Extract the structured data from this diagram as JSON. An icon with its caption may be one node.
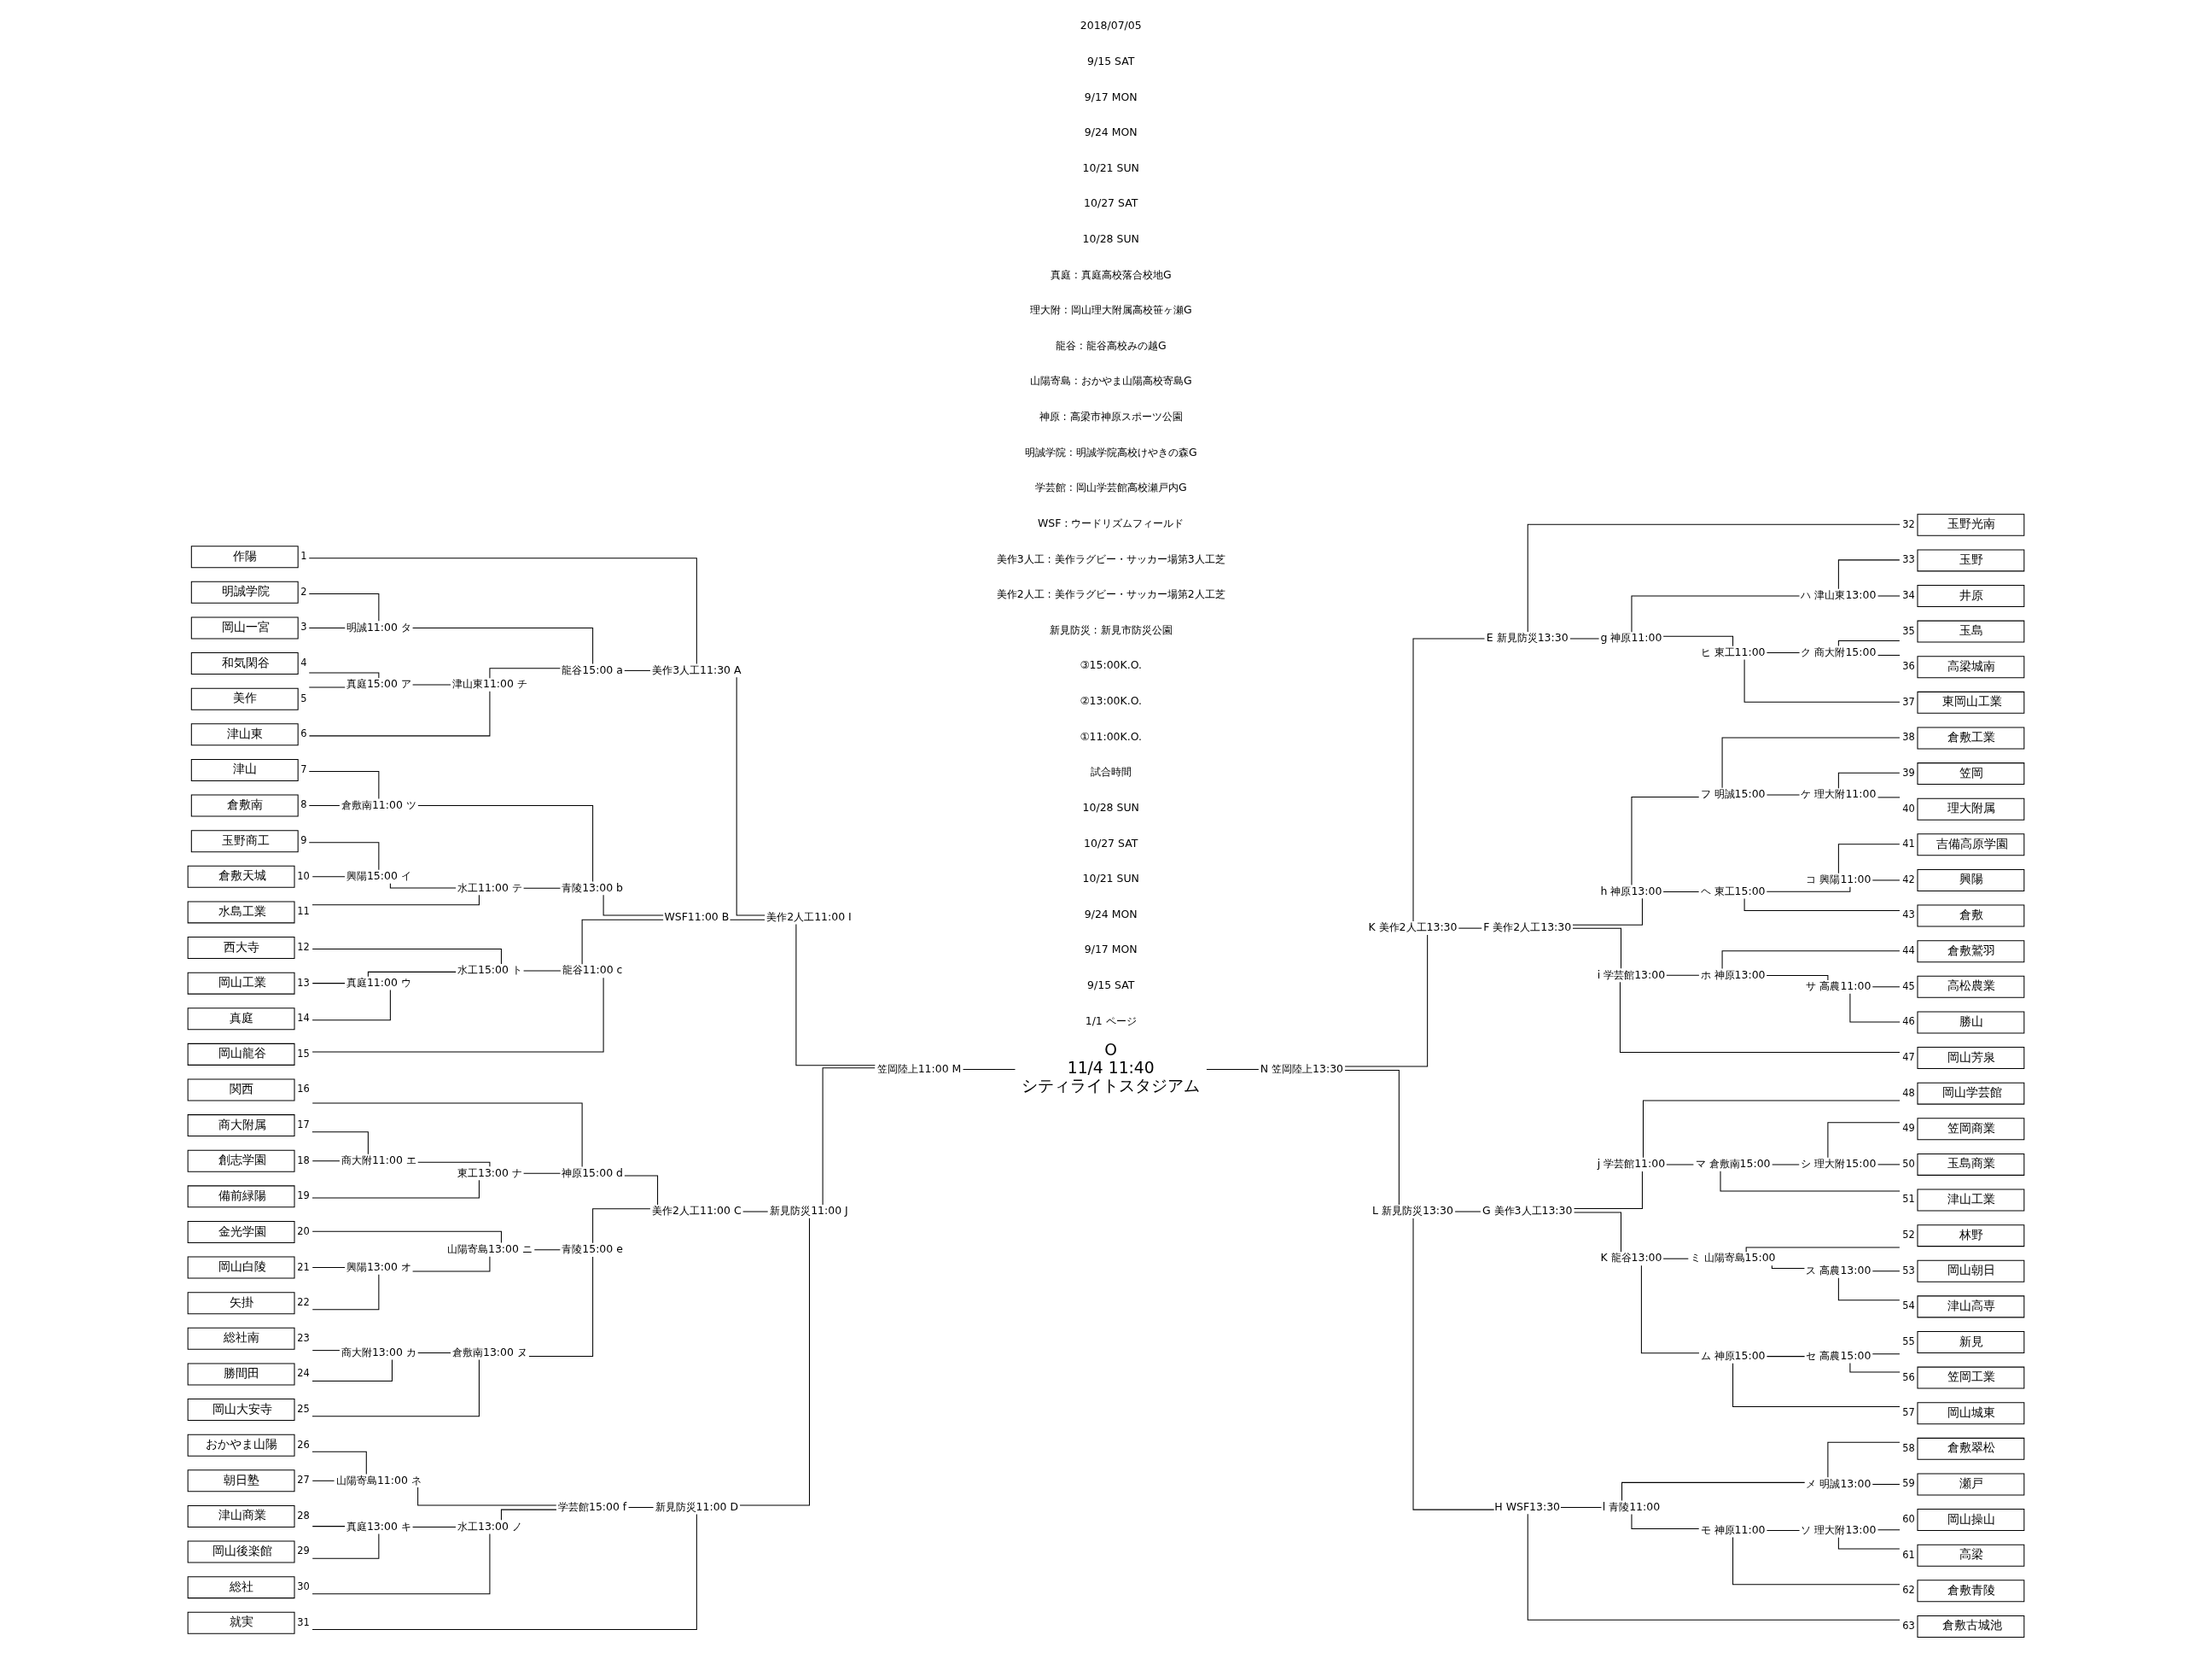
{
  "diagram": {
    "nodes": [
      {
        "text": [
          "作陽"
        ],
        "beside": [
          "1"
        ]
      },
      {
        "text": [
          "明誠学院"
        ],
        "beside": [
          "2"
        ]
      },
      {
        "text": [
          "岡山一宮"
        ],
        "beside": [
          "3"
        ]
      },
      {
        "text": [
          "和気閑谷"
        ],
        "beside": [
          "4"
        ]
      },
      {
        "text": [
          "美作"
        ],
        "beside": [
          "5"
        ]
      },
      {
        "text": [
          "津山東"
        ],
        "beside": [
          "6"
        ]
      },
      {
        "text": [
          "津山"
        ],
        "beside": [
          "7"
        ]
      },
      {
        "text": [
          "倉敷南"
        ],
        "beside": [
          "8"
        ]
      },
      {
        "text": [
          "玉野商工"
        ],
        "beside": [
          "9"
        ]
      },
      {
        "text": [
          "倉敷天城"
        ],
        "beside": [
          "10"
        ]
      },
      {
        "text": [
          "水島工業"
        ],
        "beside": [
          "11"
        ]
      },
      {
        "text": [
          "西大寺"
        ],
        "beside": [
          "12"
        ]
      },
      {
        "text": [
          "岡山工業"
        ],
        "beside": [
          "13"
        ]
      },
      {
        "text": [
          "真庭"
        ],
        "beside": [
          "14"
        ]
      },
      {
        "text": [
          "岡山龍谷"
        ],
        "beside": [
          "15"
        ]
      },
      {
        "text": [
          "関西"
        ],
        "beside": [
          "16"
        ]
      },
      {
        "text": [
          "商大附属"
        ],
        "beside": [
          "17"
        ]
      },
      {
        "text": [
          "創志学園"
        ],
        "beside": [
          "18"
        ]
      },
      {
        "text": [
          "備前緑陽"
        ],
        "beside": [
          "19"
        ]
      },
      {
        "text": [
          "金光学園"
        ],
        "beside": [
          "20"
        ]
      },
      {
        "text": [
          "岡山白陵"
        ],
        "beside": [
          "21"
        ]
      },
      {
        "text": [
          "矢掛"
        ],
        "beside": [
          "22"
        ]
      },
      {
        "text": [
          "総社南"
        ],
        "beside": [
          "23"
        ]
      },
      {
        "text": [
          "勝間田"
        ],
        "beside": [
          "24"
        ]
      },
      {
        "text": [
          "岡山大安寺"
        ],
        "beside": [
          "25"
        ]
      },
      {
        "text": [
          "おかやま山陽"
        ],
        "beside": [
          "26"
        ]
      },
      {
        "text": [
          "朝日塾"
        ],
        "beside": [
          "27"
        ]
      },
      {
        "text": [
          "津山商業"
        ],
        "beside": [
          "28"
        ]
      },
      {
        "text": [
          "岡山後楽館"
        ],
        "beside": [
          "29"
        ]
      },
      {
        "text": [
          "総社"
        ],
        "beside": [
          "30"
        ]
      },
      {
        "text": [
          "就実"
        ],
        "beside": [
          "31"
        ]
      },
      {
        "text": [
          "玉野光南"
        ],
        "beside": [
          "32"
        ]
      },
      {
        "text": [
          "玉野"
        ],
        "beside": [
          "33"
        ]
      },
      {
        "text": [
          "井原"
        ],
        "beside": [
          "34"
        ]
      },
      {
        "text": [
          "玉島"
        ],
        "beside": [
          "35"
        ]
      },
      {
        "text": [
          "高梁城南"
        ],
        "beside": [
          "36"
        ]
      },
      {
        "text": [
          "東岡山工業"
        ],
        "beside": [
          "37"
        ]
      },
      {
        "text": [
          "倉敷工業"
        ],
        "beside": [
          "38"
        ]
      },
      {
        "text": [
          "笠岡"
        ],
        "beside": [
          "39"
        ]
      },
      {
        "text": [
          "理大附属"
        ],
        "beside": [
          "40"
        ]
      },
      {
        "text": [
          "吉備高原学園"
        ],
        "beside": [
          "41"
        ]
      },
      {
        "text": [
          "興陽"
        ],
        "beside": [
          "42"
        ]
      },
      {
        "text": [
          "倉敷"
        ],
        "beside": [
          "43"
        ]
      },
      {
        "text": [
          "倉敷鷲羽"
        ],
        "beside": [
          "44"
        ]
      },
      {
        "text": [
          "高松農業"
        ],
        "beside": [
          "45"
        ]
      },
      {
        "text": [
          "勝山"
        ],
        "beside": [
          "46"
        ]
      },
      {
        "text": [
          "岡山芳泉"
        ],
        "beside": [
          "47"
        ]
      },
      {
        "text": [
          "岡山学芸館"
        ],
        "beside": [
          "48"
        ]
      },
      {
        "text": [
          "笠岡商業"
        ],
        "beside": [
          "49"
        ]
      },
      {
        "text": [
          "玉島商業"
        ],
        "beside": [
          "50"
        ]
      },
      {
        "text": [
          "津山工業"
        ],
        "beside": [
          "51"
        ]
      },
      {
        "text": [
          "林野"
        ],
        "beside": [
          "52"
        ]
      },
      {
        "text": [
          "岡山朝日"
        ],
        "beside": [
          "53"
        ]
      },
      {
        "text": [
          "津山高専"
        ],
        "beside": [
          "54"
        ]
      },
      {
        "text": [
          "新見"
        ],
        "beside": [
          "55"
        ]
      },
      {
        "text": [
          "笠岡工業"
        ],
        "beside": [
          "56"
        ]
      },
      {
        "text": [
          "岡山城東"
        ],
        "beside": [
          "57"
        ]
      },
      {
        "text": [
          "倉敷翠松"
        ],
        "beside": [
          "58"
        ]
      },
      {
        "text": [
          "瀬戸"
        ],
        "beside": [
          "59"
        ]
      },
      {
        "text": [
          "岡山操山"
        ],
        "beside": [
          "60"
        ]
      },
      {
        "text": [
          "高梁"
        ],
        "beside": [
          "61"
        ]
      },
      {
        "text": [
          "倉敷青陵"
        ],
        "beside": [
          "62"
        ]
      },
      {
        "text": [
          "倉敷古城池"
        ],
        "beside": [
          "63"
        ]
      },
      {
        "text": [
          "明誠11:00 タ"
        ]
      },
      {
        "text": [
          "真庭15:00 ア"
        ]
      },
      {
        "text": [
          "津山東11:00 チ"
        ]
      },
      {
        "text": [
          "龍谷15:00 a"
        ]
      },
      {
        "text": [
          "美作3人工11:30 A"
        ]
      },
      {
        "text": [
          "倉敷南11:00 ツ"
        ]
      },
      {
        "text": [
          "興陽15:00 イ"
        ]
      },
      {
        "text": [
          "水工11:00 テ"
        ]
      },
      {
        "text": [
          "青陵13:00 b"
        ]
      },
      {
        "text": [
          "真庭11:00 ウ"
        ]
      },
      {
        "text": [
          "水工15:00 ト"
        ]
      },
      {
        "text": [
          "龍谷11:00 c"
        ]
      },
      {
        "text": [
          "WSF11:00 B"
        ]
      },
      {
        "text": [
          "美作2人工11:00 I"
        ]
      },
      {
        "text": [
          "商大附11:00 エ"
        ]
      },
      {
        "text": [
          "東工13:00 ナ"
        ]
      },
      {
        "text": [
          "神原15:00 d"
        ]
      },
      {
        "text": [
          "興陽13:00 オ"
        ]
      },
      {
        "text": [
          "山陽寄島13:00 ニ"
        ]
      },
      {
        "text": [
          "商大附13:00 カ"
        ]
      },
      {
        "text": [
          "倉敷南13:00 ヌ"
        ]
      },
      {
        "text": [
          "青陵15:00 e"
        ]
      },
      {
        "text": [
          "美作2人工11:00 C"
        ]
      },
      {
        "text": [
          "山陽寄島11:00 ネ"
        ]
      },
      {
        "text": [
          "真庭13:00 キ"
        ]
      },
      {
        "text": [
          "水工13:00 ノ"
        ]
      },
      {
        "text": [
          "学芸館15:00 f"
        ]
      },
      {
        "text": [
          "新見防災11:00 D"
        ]
      },
      {
        "text": [
          "新見防災11:00 J"
        ]
      },
      {
        "text": [
          "笠岡陸上11:00 M"
        ]
      },
      {
        "text": [
          "O",
          "11/4 11:40",
          "シティライトスタジアム"
        ]
      },
      {
        "text": [
          "N 笠岡陸上13:30"
        ]
      },
      {
        "text": [
          "K 美作2人工13:30"
        ]
      },
      {
        "text": [
          "E 新見防災13:30"
        ]
      },
      {
        "text": [
          "g 神原11:00"
        ]
      },
      {
        "text": [
          "ハ 津山東13:00"
        ]
      },
      {
        "text": [
          "ク 商大附15:00"
        ]
      },
      {
        "text": [
          "ヒ 東工11:00"
        ]
      },
      {
        "text": [
          "F 美作2人工13:30"
        ]
      },
      {
        "text": [
          "h 神原13:00"
        ]
      },
      {
        "text": [
          "フ 明誠15:00"
        ]
      },
      {
        "text": [
          "ケ 理大附11:00"
        ]
      },
      {
        "text": [
          "ヘ 東工15:00"
        ]
      },
      {
        "text": [
          "コ 興陽11:00"
        ]
      },
      {
        "text": [
          "i 学芸館13:00"
        ]
      },
      {
        "text": [
          "ホ 神原13:00"
        ]
      },
      {
        "text": [
          "サ 高農11:00"
        ]
      },
      {
        "text": [
          "L 新見防災13:30"
        ]
      },
      {
        "text": [
          "G 美作3人工13:30"
        ]
      },
      {
        "text": [
          "j 学芸館11:00"
        ]
      },
      {
        "text": [
          "マ 倉敷南15:00"
        ]
      },
      {
        "text": [
          "シ 理大附15:00"
        ]
      },
      {
        "text": [
          "K 龍谷13:00"
        ]
      },
      {
        "text": [
          "ミ 山陽寄島15:00"
        ]
      },
      {
        "text": [
          "ス 高農13:00"
        ]
      },
      {
        "text": [
          "ム 神原15:00"
        ]
      },
      {
        "text": [
          "セ 高農15:00"
        ]
      },
      {
        "text": [
          "H WSF13:30"
        ]
      },
      {
        "text": [
          "l 青陵11:00"
        ]
      },
      {
        "text": [
          "メ 明誠13:00"
        ]
      },
      {
        "text": [
          "モ 神原11:00"
        ]
      },
      {
        "text": [
          "ソ 理大附13:00"
        ]
      }
    ],
    "edges": [
      {
        "from": 1,
        "to": 63,
        "arrow": "none"
      },
      {
        "from": 2,
        "to": 63,
        "arrow": "none"
      },
      {
        "from": 3,
        "to": 64,
        "arrow": "none"
      },
      {
        "from": 4,
        "to": 64,
        "arrow": "none"
      },
      {
        "from": 64,
        "to": 65,
        "arrow": "none"
      },
      {
        "from": 5,
        "to": 65,
        "arrow": "none"
      },
      {
        "from": 63,
        "to": 66,
        "arrow": "none"
      },
      {
        "from": 65,
        "to": 66,
        "arrow": "none"
      },
      {
        "from": 0,
        "to": 67,
        "arrow": "none"
      },
      {
        "from": 66,
        "to": 67,
        "arrow": "none"
      },
      {
        "from": 6,
        "to": 68,
        "arrow": "none"
      },
      {
        "from": 7,
        "to": 68,
        "arrow": "none"
      },
      {
        "from": 8,
        "to": 69,
        "arrow": "none"
      },
      {
        "from": 9,
        "to": 69,
        "arrow": "none"
      },
      {
        "from": 69,
        "to": 70,
        "arrow": "none"
      },
      {
        "from": 10,
        "to": 70,
        "arrow": "none"
      },
      {
        "from": 68,
        "to": 71,
        "arrow": "none"
      },
      {
        "from": 70,
        "to": 71,
        "arrow": "none"
      },
      {
        "from": 12,
        "to": 72,
        "arrow": "none"
      },
      {
        "from": 13,
        "to": 72,
        "arrow": "none"
      },
      {
        "from": 11,
        "to": 73,
        "arrow": "none"
      },
      {
        "from": 72,
        "to": 73,
        "arrow": "none"
      },
      {
        "from": 73,
        "to": 74,
        "arrow": "none"
      },
      {
        "from": 14,
        "to": 74,
        "arrow": "none"
      },
      {
        "from": 71,
        "to": 75,
        "arrow": "none"
      },
      {
        "from": 74,
        "to": 75,
        "arrow": "none"
      },
      {
        "from": 67,
        "to": 76,
        "arrow": "none"
      },
      {
        "from": 75,
        "to": 76,
        "arrow": "none"
      },
      {
        "from": 16,
        "to": 77,
        "arrow": "none"
      },
      {
        "from": 17,
        "to": 77,
        "arrow": "none"
      },
      {
        "from": 77,
        "to": 78,
        "arrow": "none"
      },
      {
        "from": 18,
        "to": 78,
        "arrow": "none"
      },
      {
        "from": 15,
        "to": 79,
        "arrow": "none"
      },
      {
        "from": 78,
        "to": 79,
        "arrow": "none"
      },
      {
        "from": 20,
        "to": 80,
        "arrow": "none"
      },
      {
        "from": 21,
        "to": 80,
        "arrow": "none"
      },
      {
        "from": 19,
        "to": 81,
        "arrow": "none"
      },
      {
        "from": 80,
        "to": 81,
        "arrow": "none"
      },
      {
        "from": 22,
        "to": 82,
        "arrow": "none"
      },
      {
        "from": 23,
        "to": 82,
        "arrow": "none"
      },
      {
        "from": 82,
        "to": 83,
        "arrow": "none"
      },
      {
        "from": 24,
        "to": 83,
        "arrow": "none"
      },
      {
        "from": 81,
        "to": 84,
        "arrow": "none"
      },
      {
        "from": 83,
        "to": 84,
        "arrow": "none"
      },
      {
        "from": 79,
        "to": 85,
        "arrow": "none"
      },
      {
        "from": 84,
        "to": 85,
        "arrow": "none"
      },
      {
        "from": 25,
        "to": 86,
        "arrow": "none"
      },
      {
        "from": 26,
        "to": 86,
        "arrow": "none"
      },
      {
        "from": 27,
        "to": 87,
        "arrow": "none"
      },
      {
        "from": 28,
        "to": 87,
        "arrow": "none"
      },
      {
        "from": 87,
        "to": 88,
        "arrow": "none"
      },
      {
        "from": 29,
        "to": 88,
        "arrow": "none"
      },
      {
        "from": 86,
        "to": 89,
        "arrow": "none"
      },
      {
        "from": 88,
        "to": 89,
        "arrow": "none"
      },
      {
        "from": 89,
        "to": 90,
        "arrow": "none"
      },
      {
        "from": 30,
        "to": 90,
        "arrow": "none"
      },
      {
        "from": 85,
        "to": 91,
        "arrow": "none"
      },
      {
        "from": 90,
        "to": 91,
        "arrow": "none"
      },
      {
        "from": 76,
        "to": 92,
        "arrow": "none"
      },
      {
        "from": 91,
        "to": 92,
        "arrow": "none"
      },
      {
        "from": 92,
        "to": 93,
        "arrow": "none"
      },
      {
        "from": 93,
        "to": 94,
        "arrow": "none"
      },
      {
        "from": 94,
        "to": 95,
        "arrow": "none"
      },
      {
        "from": 94,
        "to": 110,
        "arrow": "none"
      },
      {
        "from": 95,
        "to": 96,
        "arrow": "none"
      },
      {
        "from": 95,
        "to": 101,
        "arrow": "none"
      },
      {
        "from": 96,
        "to": 31,
        "arrow": "none"
      },
      {
        "from": 96,
        "to": 97,
        "arrow": "none"
      },
      {
        "from": 97,
        "to": 98,
        "arrow": "none"
      },
      {
        "from": 97,
        "to": 100,
        "arrow": "none"
      },
      {
        "from": 98,
        "to": 32,
        "arrow": "none"
      },
      {
        "from": 98,
        "to": 33,
        "arrow": "none"
      },
      {
        "from": 100,
        "to": 99,
        "arrow": "none"
      },
      {
        "from": 100,
        "to": 36,
        "arrow": "none"
      },
      {
        "from": 99,
        "to": 34,
        "arrow": "none"
      },
      {
        "from": 99,
        "to": 35,
        "arrow": "none"
      },
      {
        "from": 101,
        "to": 102,
        "arrow": "none"
      },
      {
        "from": 101,
        "to": 107,
        "arrow": "none"
      },
      {
        "from": 102,
        "to": 103,
        "arrow": "none"
      },
      {
        "from": 102,
        "to": 105,
        "arrow": "none"
      },
      {
        "from": 103,
        "to": 37,
        "arrow": "none"
      },
      {
        "from": 103,
        "to": 104,
        "arrow": "none"
      },
      {
        "from": 104,
        "to": 38,
        "arrow": "none"
      },
      {
        "from": 104,
        "to": 39,
        "arrow": "none"
      },
      {
        "from": 105,
        "to": 106,
        "arrow": "none"
      },
      {
        "from": 105,
        "to": 42,
        "arrow": "none"
      },
      {
        "from": 106,
        "to": 40,
        "arrow": "none"
      },
      {
        "from": 106,
        "to": 41,
        "arrow": "none"
      },
      {
        "from": 107,
        "to": 108,
        "arrow": "none"
      },
      {
        "from": 107,
        "to": 46,
        "arrow": "none"
      },
      {
        "from": 108,
        "to": 43,
        "arrow": "none"
      },
      {
        "from": 108,
        "to": 109,
        "arrow": "none"
      },
      {
        "from": 109,
        "to": 44,
        "arrow": "none"
      },
      {
        "from": 109,
        "to": 45,
        "arrow": "none"
      },
      {
        "from": 110,
        "to": 111,
        "arrow": "none"
      },
      {
        "from": 110,
        "to": 120,
        "arrow": "none"
      },
      {
        "from": 111,
        "to": 112,
        "arrow": "none"
      },
      {
        "from": 111,
        "to": 115,
        "arrow": "none"
      },
      {
        "from": 112,
        "to": 47,
        "arrow": "none"
      },
      {
        "from": 112,
        "to": 113,
        "arrow": "none"
      },
      {
        "from": 113,
        "to": 114,
        "arrow": "none"
      },
      {
        "from": 113,
        "to": 50,
        "arrow": "none"
      },
      {
        "from": 114,
        "to": 48,
        "arrow": "none"
      },
      {
        "from": 114,
        "to": 49,
        "arrow": "none"
      },
      {
        "from": 115,
        "to": 116,
        "arrow": "none"
      },
      {
        "from": 115,
        "to": 118,
        "arrow": "none"
      },
      {
        "from": 116,
        "to": 51,
        "arrow": "none"
      },
      {
        "from": 116,
        "to": 117,
        "arrow": "none"
      },
      {
        "from": 117,
        "to": 52,
        "arrow": "none"
      },
      {
        "from": 117,
        "to": 53,
        "arrow": "none"
      },
      {
        "from": 118,
        "to": 119,
        "arrow": "none"
      },
      {
        "from": 118,
        "to": 56,
        "arrow": "none"
      },
      {
        "from": 119,
        "to": 54,
        "arrow": "none"
      },
      {
        "from": 119,
        "to": 55,
        "arrow": "none"
      },
      {
        "from": 120,
        "to": 121,
        "arrow": "none"
      },
      {
        "from": 120,
        "to": 62,
        "arrow": "none"
      },
      {
        "from": 121,
        "to": 122,
        "arrow": "none"
      },
      {
        "from": 121,
        "to": 123,
        "arrow": "none"
      },
      {
        "from": 122,
        "to": 57,
        "arrow": "none"
      },
      {
        "from": 122,
        "to": 58,
        "arrow": "none"
      },
      {
        "from": 123,
        "to": 124,
        "arrow": "none"
      },
      {
        "from": 123,
        "to": 61,
        "arrow": "none"
      },
      {
        "from": 124,
        "to": 59,
        "arrow": "none"
      },
      {
        "from": 124,
        "to": 60,
        "arrow": "none"
      }
    ],
    "labels": [
      "1/1 ページ",
      "9/15 SAT",
      "9/17 MON",
      "9/24 MON",
      "10/21 SUN",
      "10/27 SAT",
      "10/28 SUN",
      "試合時間",
      "①11:00K.O.",
      "②13:00K.O.",
      "③15:00K.O.",
      "新見防災 : 新見市防災公園",
      "美作2人工 : 美作ラグビー・サッカー場第2人工芝",
      "美作3人工 : 美作ラグビー・サッカー場第3人工芝",
      "WSF : ウードリズムフィールド",
      "学芸館 : 岡山学芸館高校瀬戸内G",
      "明誠学院 : 明誠学院高校けやきの森G",
      "神原 : 高梁市神原スポーツ公園",
      "山陽寄島 : おかやま山陽高校寄島G",
      "龍谷 : 龍谷高校みの越G",
      "理大附 : 岡山理大附属高校笹ヶ瀬G",
      "真庭 : 真庭高校落合校地G",
      "10/28 SUN",
      "10/27 SAT",
      "10/21 SUN",
      "9/24 MON",
      "9/17 MON",
      "9/15 SAT",
      "2018/07/05"
    ]
  }
}
